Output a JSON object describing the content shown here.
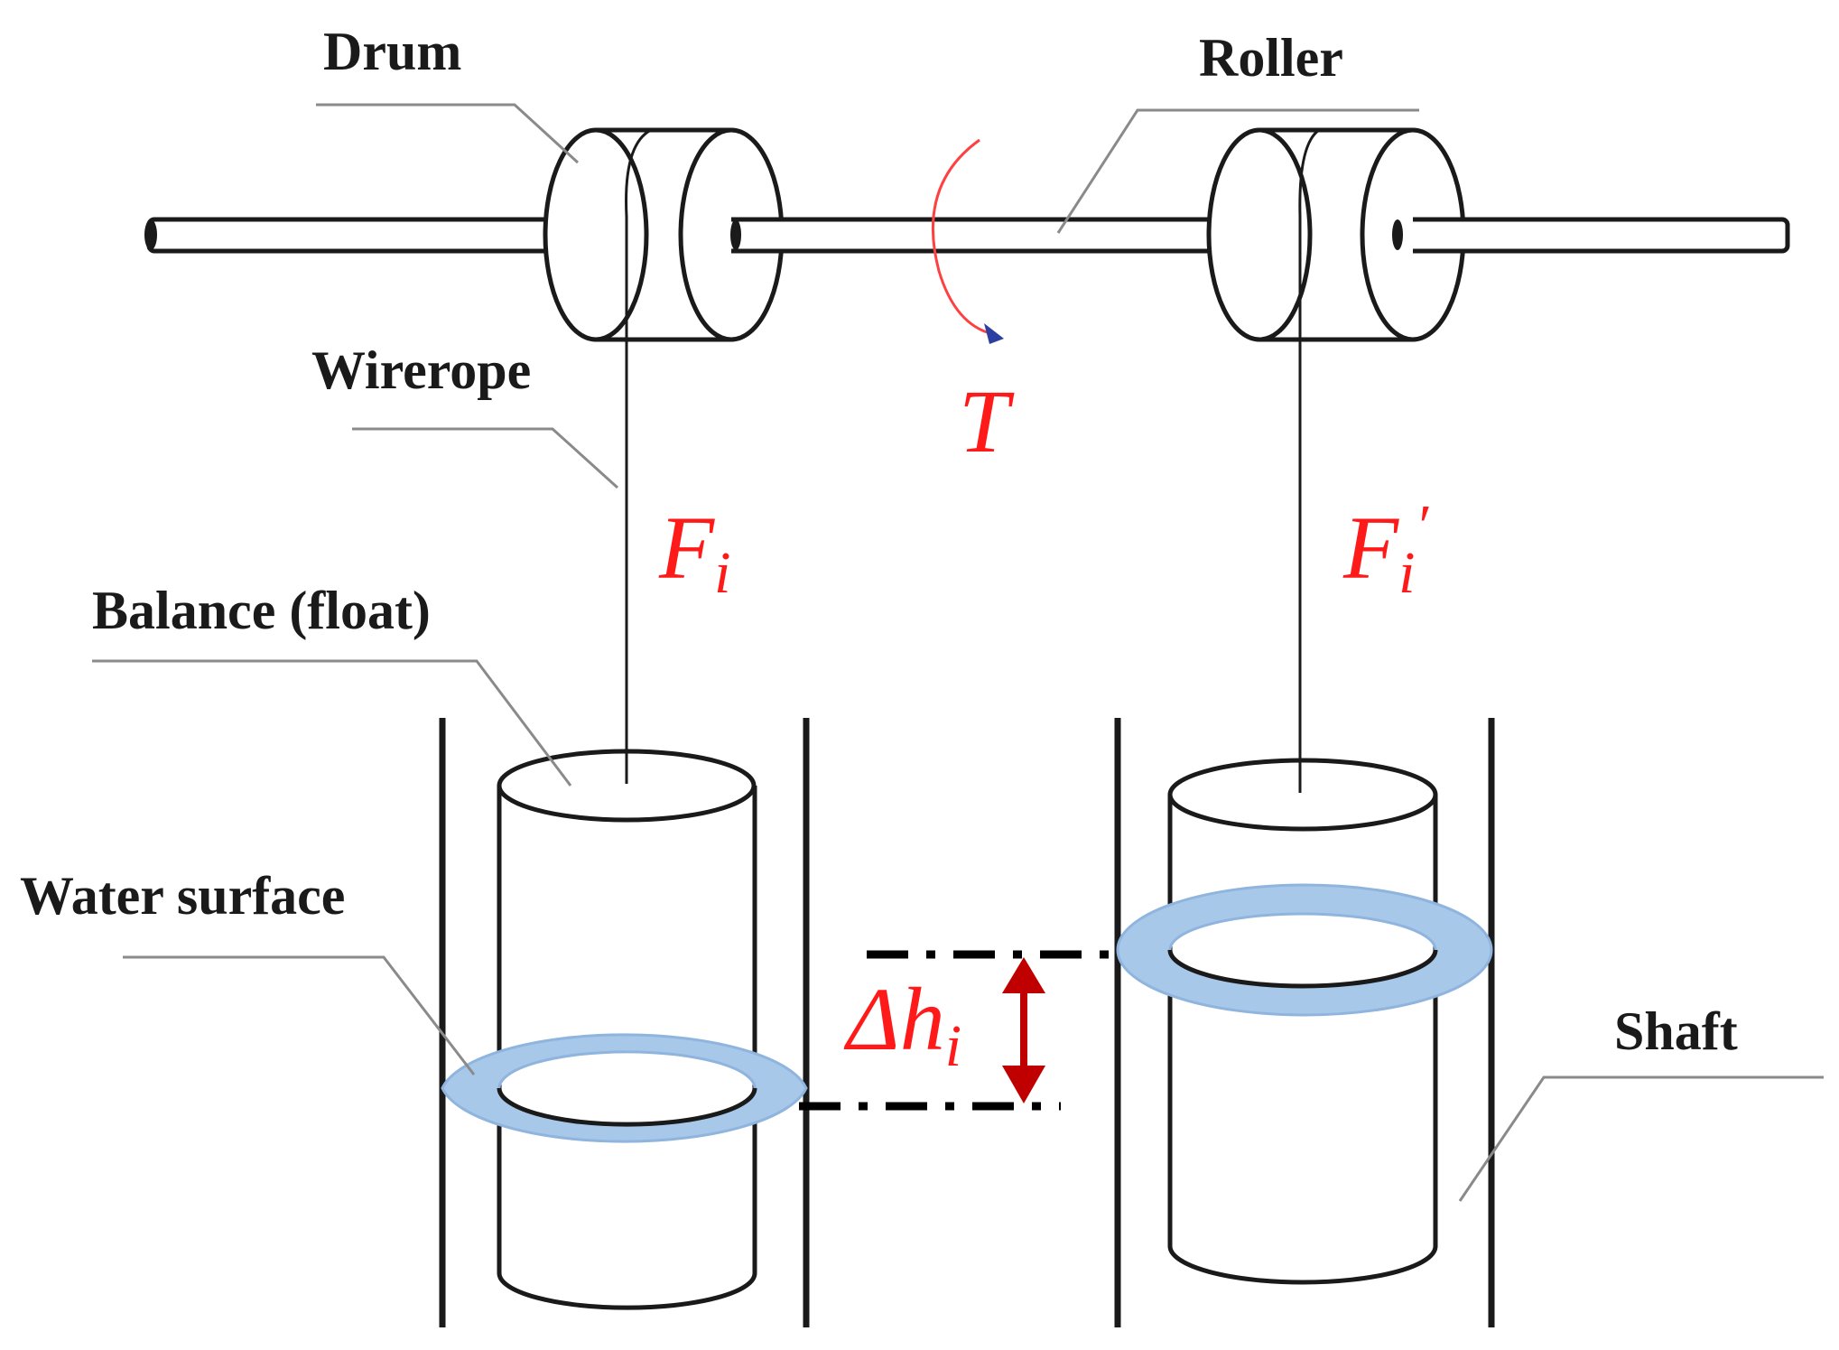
{
  "labels": {
    "drum": "Drum",
    "roller": "Roller",
    "wirerope": "Wirerope",
    "balance": "Balance (float)",
    "water_surface": "Water surface",
    "shaft": "Shaft"
  },
  "symbols": {
    "torque": "T",
    "force_left": "F",
    "force_left_sub": "i",
    "force_right": "F",
    "force_right_sub": "i",
    "force_right_prime": "′",
    "height_delta": "Δh",
    "height_delta_sub": "i"
  },
  "colors": {
    "symbol_red": "#ff1a1a",
    "arrow_dark_red": "#c00000",
    "water": "#a8c8ea",
    "line": "#1a1a1a",
    "leader": "#8a8a8a"
  }
}
